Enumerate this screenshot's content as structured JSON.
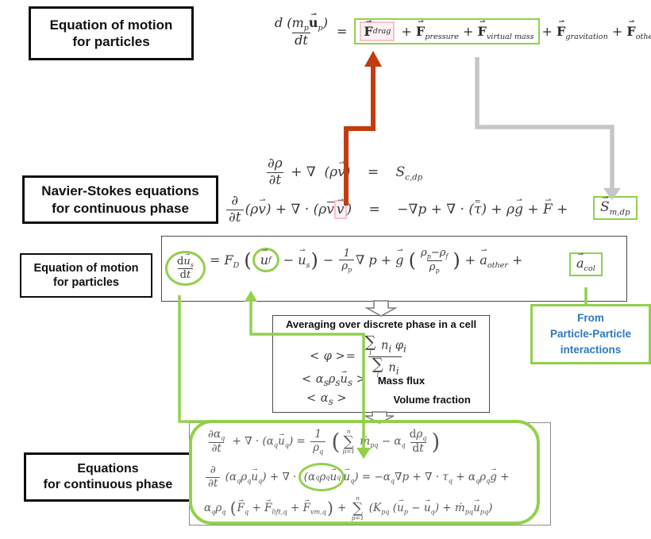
{
  "colors": {
    "green_highlight": "#92d04c",
    "orange_arrow": "#c23c0e",
    "gray_arrow": "#c6c6c6",
    "blue_text": "#2e78be",
    "pink_highlight": "#f4c3d0"
  },
  "boxes": {
    "eom_particles_top": {
      "line1": "Equation of motion",
      "line2": "for particles"
    },
    "navier_stokes": {
      "line1": "Navier-Stokes equations",
      "line2": "for continuous phase"
    },
    "eom_particles_mid": {
      "line1": "Equation of motion",
      "line2": "for particles"
    },
    "eq_continuous": {
      "line1": "Equations",
      "line2": "for continuous phase"
    },
    "from_pp": {
      "line1": "From",
      "line2": "Particle-Particle",
      "line3": "interactions"
    },
    "averaging": {
      "title": "Averaging over discrete phase in a cell",
      "mass_flux_label": "Mass flux",
      "volume_fraction_label": "Volume fraction"
    }
  },
  "equations": {
    "particle_top_lhs": "<span class='frac'><span class='fx'>d (m<sub>p</sub><b class='vec'>u</b><sub>p</sub>)</span><span class='fb'>dt</span></span><span class='weq2'>=</span>",
    "particle_top_boxed": "<span class='pbox'><b class='vec'>F</b><sub>drag</sub></span> + <b class='vec'>F</b><sub>pressure</sub> + <b class='vec'>F</b><sub>virtual&nbsp;mass</sub>",
    "particle_top_rest": "+ <b class='vec'>F</b><sub>gravitation</sub> + <b class='vec'>F</b><sub>other</sub>",
    "ns_continuity": "<span class='frac'><span class='fx'>∂ρ</span><span class='fb'>∂t</span></span> + ∇ &nbsp;(ρ<span class='vec'>v</span>) <span class='weq'>=</span> S<sub>c,dp</sub>",
    "ns_momentum": "<span class='frac'><span class='fx'>∂</span><span class='fb'>∂t</span></span>(ρ<span class='vec'>v</span>) + ∇ · (ρ<span class='bar'>v</span><span class='pkx'><span class='vec'>v</span></span>) <span class='weq'>=</span> −∇p + ∇ · (<span class='dbar'>τ</span>) + ρ<span class='vec'>g</span> + <span class='vec'>F</span> +",
    "ns_source": "<span class='vec'>S</span><sub>m,dp</sub>",
    "particle_mid": "<span class='gcirc'><span class='frac sm'><span class='fx'><span class='rm'>d</span><span class='vec'>u</span><sub>s</sub></span><span class='fb'><span class='rm'>d</span>t</span></span></span> = F<sub>D</sub> <span class='bp'>(</span><span class='gcirc'><span class='vec'>u</span><sub>f</sub></span> − <span class='vec'>u</span><sub>s</sub><span class='bp'>)</span> − <span class='frac sm'><span class='fx'>1</span><span class='fb'>ρ<sub>p</sub></span></span>∇ p + <span class='vec'>g</span> <span class='bp'>(</span><span class='frac sm'><span class='fx'>ρ<sub>p</sub>−ρ<sub>f</sub></span><span class='fb'>ρ<sub>p</sub></span></span><span class='bp'>)</span> + <span class='vec'>a</span><sub>other</sub> +",
    "particle_mid_col": "<span class='vec'>a</span><sub>col</sub>",
    "avg_phi": "<span class='ang'>&lt;</span> φ <span class='ang'>&gt;</span>= <span class='frac'><span class='fx'><span class='sum'><span class='sig'>∑</span><span class='lo'>i</span></span> n<sub>i</sub> φ<sub>i</sub></span><span class='fb'><span class='sum'><span class='sig'>∑</span><span class='lo'>i</span></span> n<sub>i</sub></span></span>",
    "avg_mass_flux": "<span class='ang'>&lt;</span> α<sub>s</sub>ρ<sub>s</sub><span class='vec'>u</span><sub>s</sub> <span class='ang'>&gt;</span>",
    "avg_volume_fraction": "<span class='ang'>&lt;</span> α<sub>s</sub> <span class='ang'>&gt;</span>",
    "cont_line1": "<span class='frac'><span class='fx'>∂α<sub>q</sub></span><span class='fb'>∂t</span></span> + ∇ · (α<sub>q</sub><span class='vec'>u</span><sub>q</sub>) = <span class='frac'><span class='fx'>1</span><span class='fb'>ρ<sub>q</sub></span></span> <span class='bp2'>(</span><span class='sum'><span class='hi'>n</span><span class='sig'>∑</span><span class='lo'>p=1</span></span> ṁ<sub>pq</sub> − α<sub>q</sub><span class='frac'><span class='fx'><span class='rm'>d</span>ρ<sub>q</sub></span><span class='fb'><span class='rm'>d</span>t</span></span><span class='bp2'>)</span>",
    "cont_line2": "<span class='frac'><span class='fx'>∂</span><span class='fb'>∂t</span></span> (α<sub>q</sub>ρ<sub>q</sub><span class='vec'>u</span><sub>q</sub>) + ∇ · <span class='gcirc2'>(α<sub>q</sub>ρ<sub>q</sub><span class='vec'>u</span><sub>q</sub></span><span class='vec'>u</span><sub>q</sub>) = −α<sub>q</sub>∇p + ∇ · τ<sub>q</sub> + α<sub>q</sub>ρ<sub>q</sub><span class='vec'>g</span> +",
    "cont_line3": "α<sub>q</sub>ρ<sub>q</sub> <span class='bp'>(</span><span class='vec'>F</span><sub>q</sub> + <span class='vec'>F</span><sub>lift,q</sub> + <span class='vec'>F</span><sub>vm,q</sub><span class='bp'>)</span> + <span class='sum'><span class='hi'>n</span><span class='sig'>∑</span><span class='lo'>p=1</span></span> (K<sub>pq</sub> (<span class='vec'>u</span><sub>p</sub> − <span class='vec'>u</span><sub>q</sub>) + ṁ<sub>pq</sub><span class='vec'>u</span><sub>pq</sub>)"
  }
}
